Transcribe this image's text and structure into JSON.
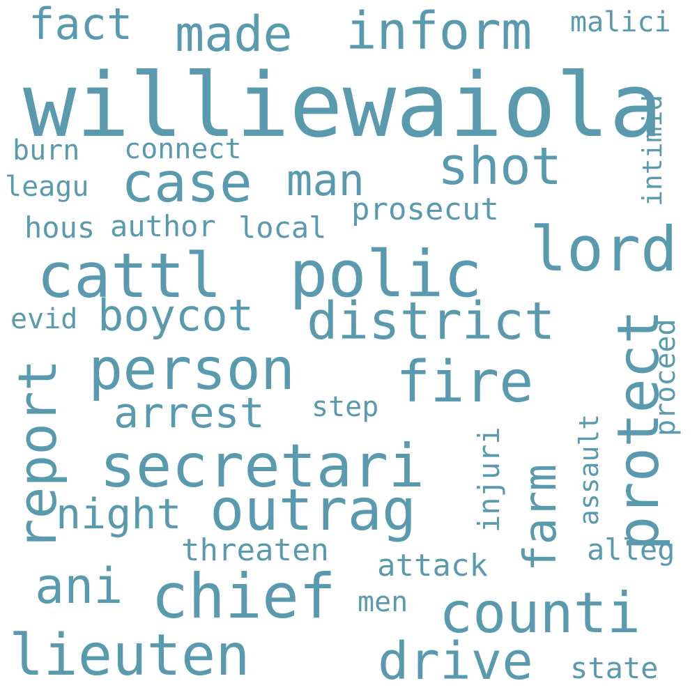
{
  "color": "#5a9aae",
  "words": [
    {
      "text": "williewaiola"
    },
    {
      "text": "polic"
    },
    {
      "text": "secretari"
    },
    {
      "text": "cattl"
    },
    {
      "text": "person"
    },
    {
      "text": "outrag"
    },
    {
      "text": "chief"
    },
    {
      "text": "lieuten"
    },
    {
      "text": "counti"
    },
    {
      "text": "district"
    },
    {
      "text": "report"
    },
    {
      "text": "lord"
    },
    {
      "text": "protect"
    },
    {
      "text": "fire"
    },
    {
      "text": "farm"
    },
    {
      "text": "inform"
    },
    {
      "text": "made"
    },
    {
      "text": "case"
    },
    {
      "text": "shot"
    },
    {
      "text": "drive"
    },
    {
      "text": "ani"
    },
    {
      "text": "night"
    },
    {
      "text": "boycot"
    },
    {
      "text": "arrest"
    },
    {
      "text": "man"
    },
    {
      "text": "fact"
    },
    {
      "text": "prosecut"
    },
    {
      "text": "threaten"
    },
    {
      "text": "attack"
    },
    {
      "text": "alleg"
    },
    {
      "text": "injuri"
    },
    {
      "text": "assault"
    },
    {
      "text": "proceed"
    },
    {
      "text": "intimid"
    },
    {
      "text": "malici"
    },
    {
      "text": "connect"
    },
    {
      "text": "burn"
    },
    {
      "text": "leagu"
    },
    {
      "text": "hous"
    },
    {
      "text": "author"
    },
    {
      "text": "local"
    },
    {
      "text": "evid"
    },
    {
      "text": "step"
    },
    {
      "text": "men"
    },
    {
      "text": "state"
    }
  ]
}
